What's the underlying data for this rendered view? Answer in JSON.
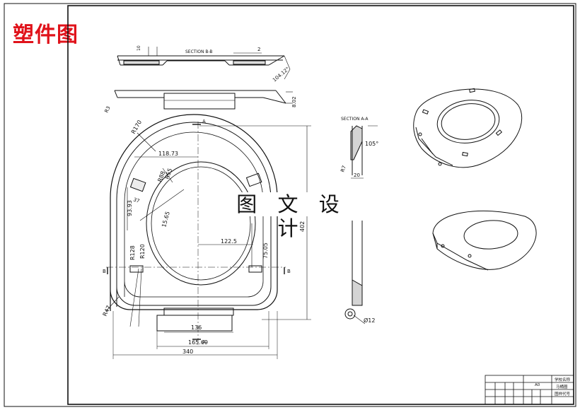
{
  "title": "塑件图",
  "watermark": "图 文 设 计",
  "section_labels": {
    "bb": "SECTION B-B",
    "aa": "SECTION A-A"
  },
  "dimensions": {
    "top_10": "10",
    "top_2": "2",
    "angle_104": "104.12°",
    "r3": "R3",
    "h_8": "8.02",
    "r170": "R170",
    "d118": "118.73",
    "r88": "R88",
    "r55": "R55",
    "d37": "37",
    "d9393": "93.93",
    "d1565": "15.65",
    "d1225": "122.5",
    "d7505": "75.05",
    "h402": "402",
    "r128": "R128",
    "r120": "R120",
    "r47": "R47",
    "w136": "136",
    "w16569": "165.69",
    "w340": "340",
    "angle105": "105°",
    "r7": "R7",
    "w20": "20",
    "d12": "Ø12"
  },
  "section_marks": {
    "b": "B",
    "a": "A"
  },
  "title_block": {
    "cells": [
      "学校名称",
      "马桶圈",
      "图样代号",
      "A0"
    ]
  },
  "colors": {
    "title": "#e0131b",
    "line": "#111111"
  }
}
